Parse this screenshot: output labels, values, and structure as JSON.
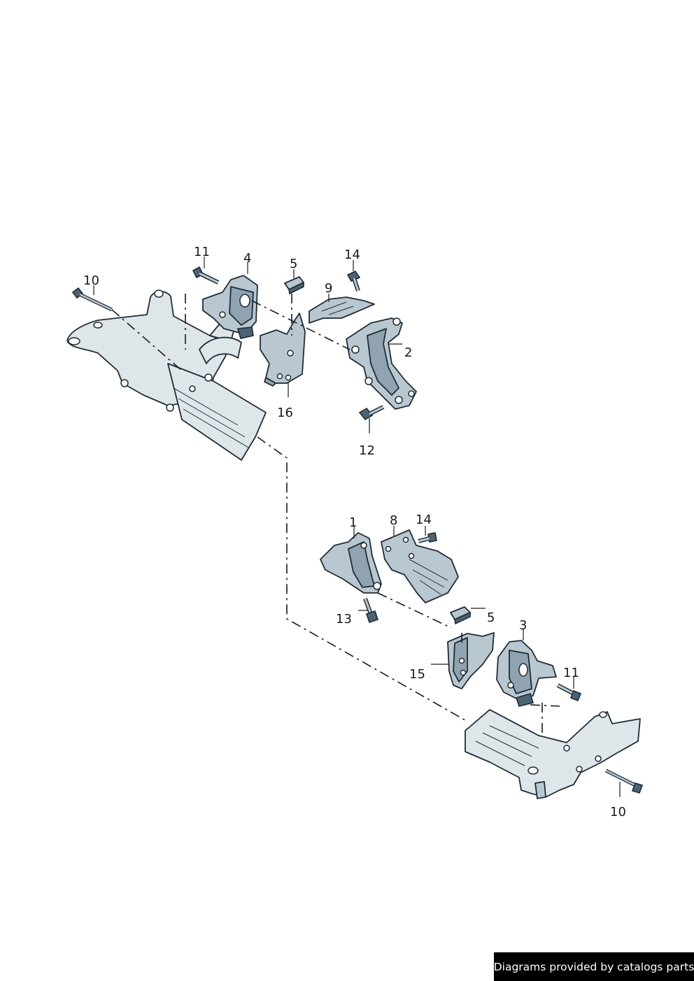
{
  "callouts": {
    "top": [
      "11",
      "4",
      "5",
      "14",
      "10",
      "9",
      "2",
      "16",
      "12"
    ],
    "bottom": [
      "1",
      "8",
      "14",
      "13",
      "5",
      "3",
      "15",
      "11",
      "10"
    ]
  },
  "footer": {
    "credit": "Diagrams provided by catalogs parts"
  },
  "colors": {
    "part_fill": "#b9c7d1",
    "part_dark": "#4d6272",
    "outline": "#1f2c36",
    "credit_bg": "#000000",
    "credit_text": "#ffffff"
  }
}
